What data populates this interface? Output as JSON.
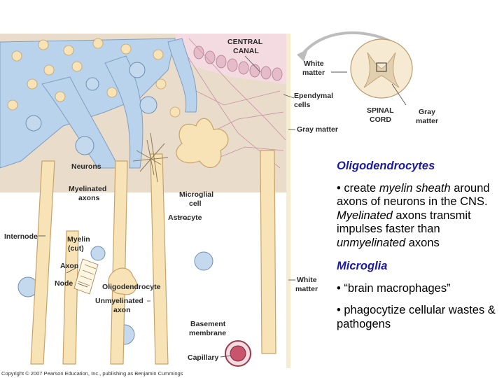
{
  "figure": {
    "labels": {
      "central_canal": [
        "CENTRAL",
        "CANAL"
      ],
      "white_matter_top": [
        "White",
        "matter"
      ],
      "ependymal_cells": [
        "Ependymal",
        "cells"
      ],
      "spinal_cord": [
        "SPINAL",
        "CORD"
      ],
      "gray_matter_inset": [
        "Gray",
        "matter"
      ],
      "gray_matter": "Gray matter",
      "neurons": "Neurons",
      "myelinated_axons": [
        "Myelinated",
        "axons"
      ],
      "microglial_cell": [
        "Microglial",
        "cell"
      ],
      "astrocyte": "Astrocyte",
      "internode": "Internode",
      "myelin_cut": [
        "Myelin",
        "(cut)"
      ],
      "axon": "Axon",
      "node": "Node",
      "oligodendrocyte": "Oligodendrocyte",
      "unmyelinated_axon": [
        "Unmyelinated",
        "axon"
      ],
      "white_matter_bottom": [
        "White",
        "matter"
      ],
      "basement_membrane": [
        "Basement",
        "membrane"
      ],
      "capillary": "Capillary"
    },
    "copyright": "Copyright © 2007 Pearson Education, Inc., publishing as Benjamin Cummings"
  },
  "text": {
    "heading1": "Oligodendrocytes",
    "b1_part1": "• create ",
    "b1_italic1": "myelin sheath",
    "b1_part2": " around axons of neurons in the CNS. ",
    "b1_italic2": "Myelinated",
    "b1_part3": " axons transmit impulses faster than ",
    "b1_italic3": "unmyelinated",
    "b1_part4": " axons",
    "heading2": "Microglia",
    "b2": "• “brain macrophages”",
    "b3": "• phagocytize cellular wastes & pathogens"
  },
  "colors": {
    "heading": "#1a1aa0",
    "gray_matter_bg": "#e9dccb",
    "ependymal_bg": "#f4dbe2",
    "neuron_blue": "#b9d3ec",
    "myelin_tan": "#f7e3b5",
    "white_matter_bg": "#ffffff"
  }
}
